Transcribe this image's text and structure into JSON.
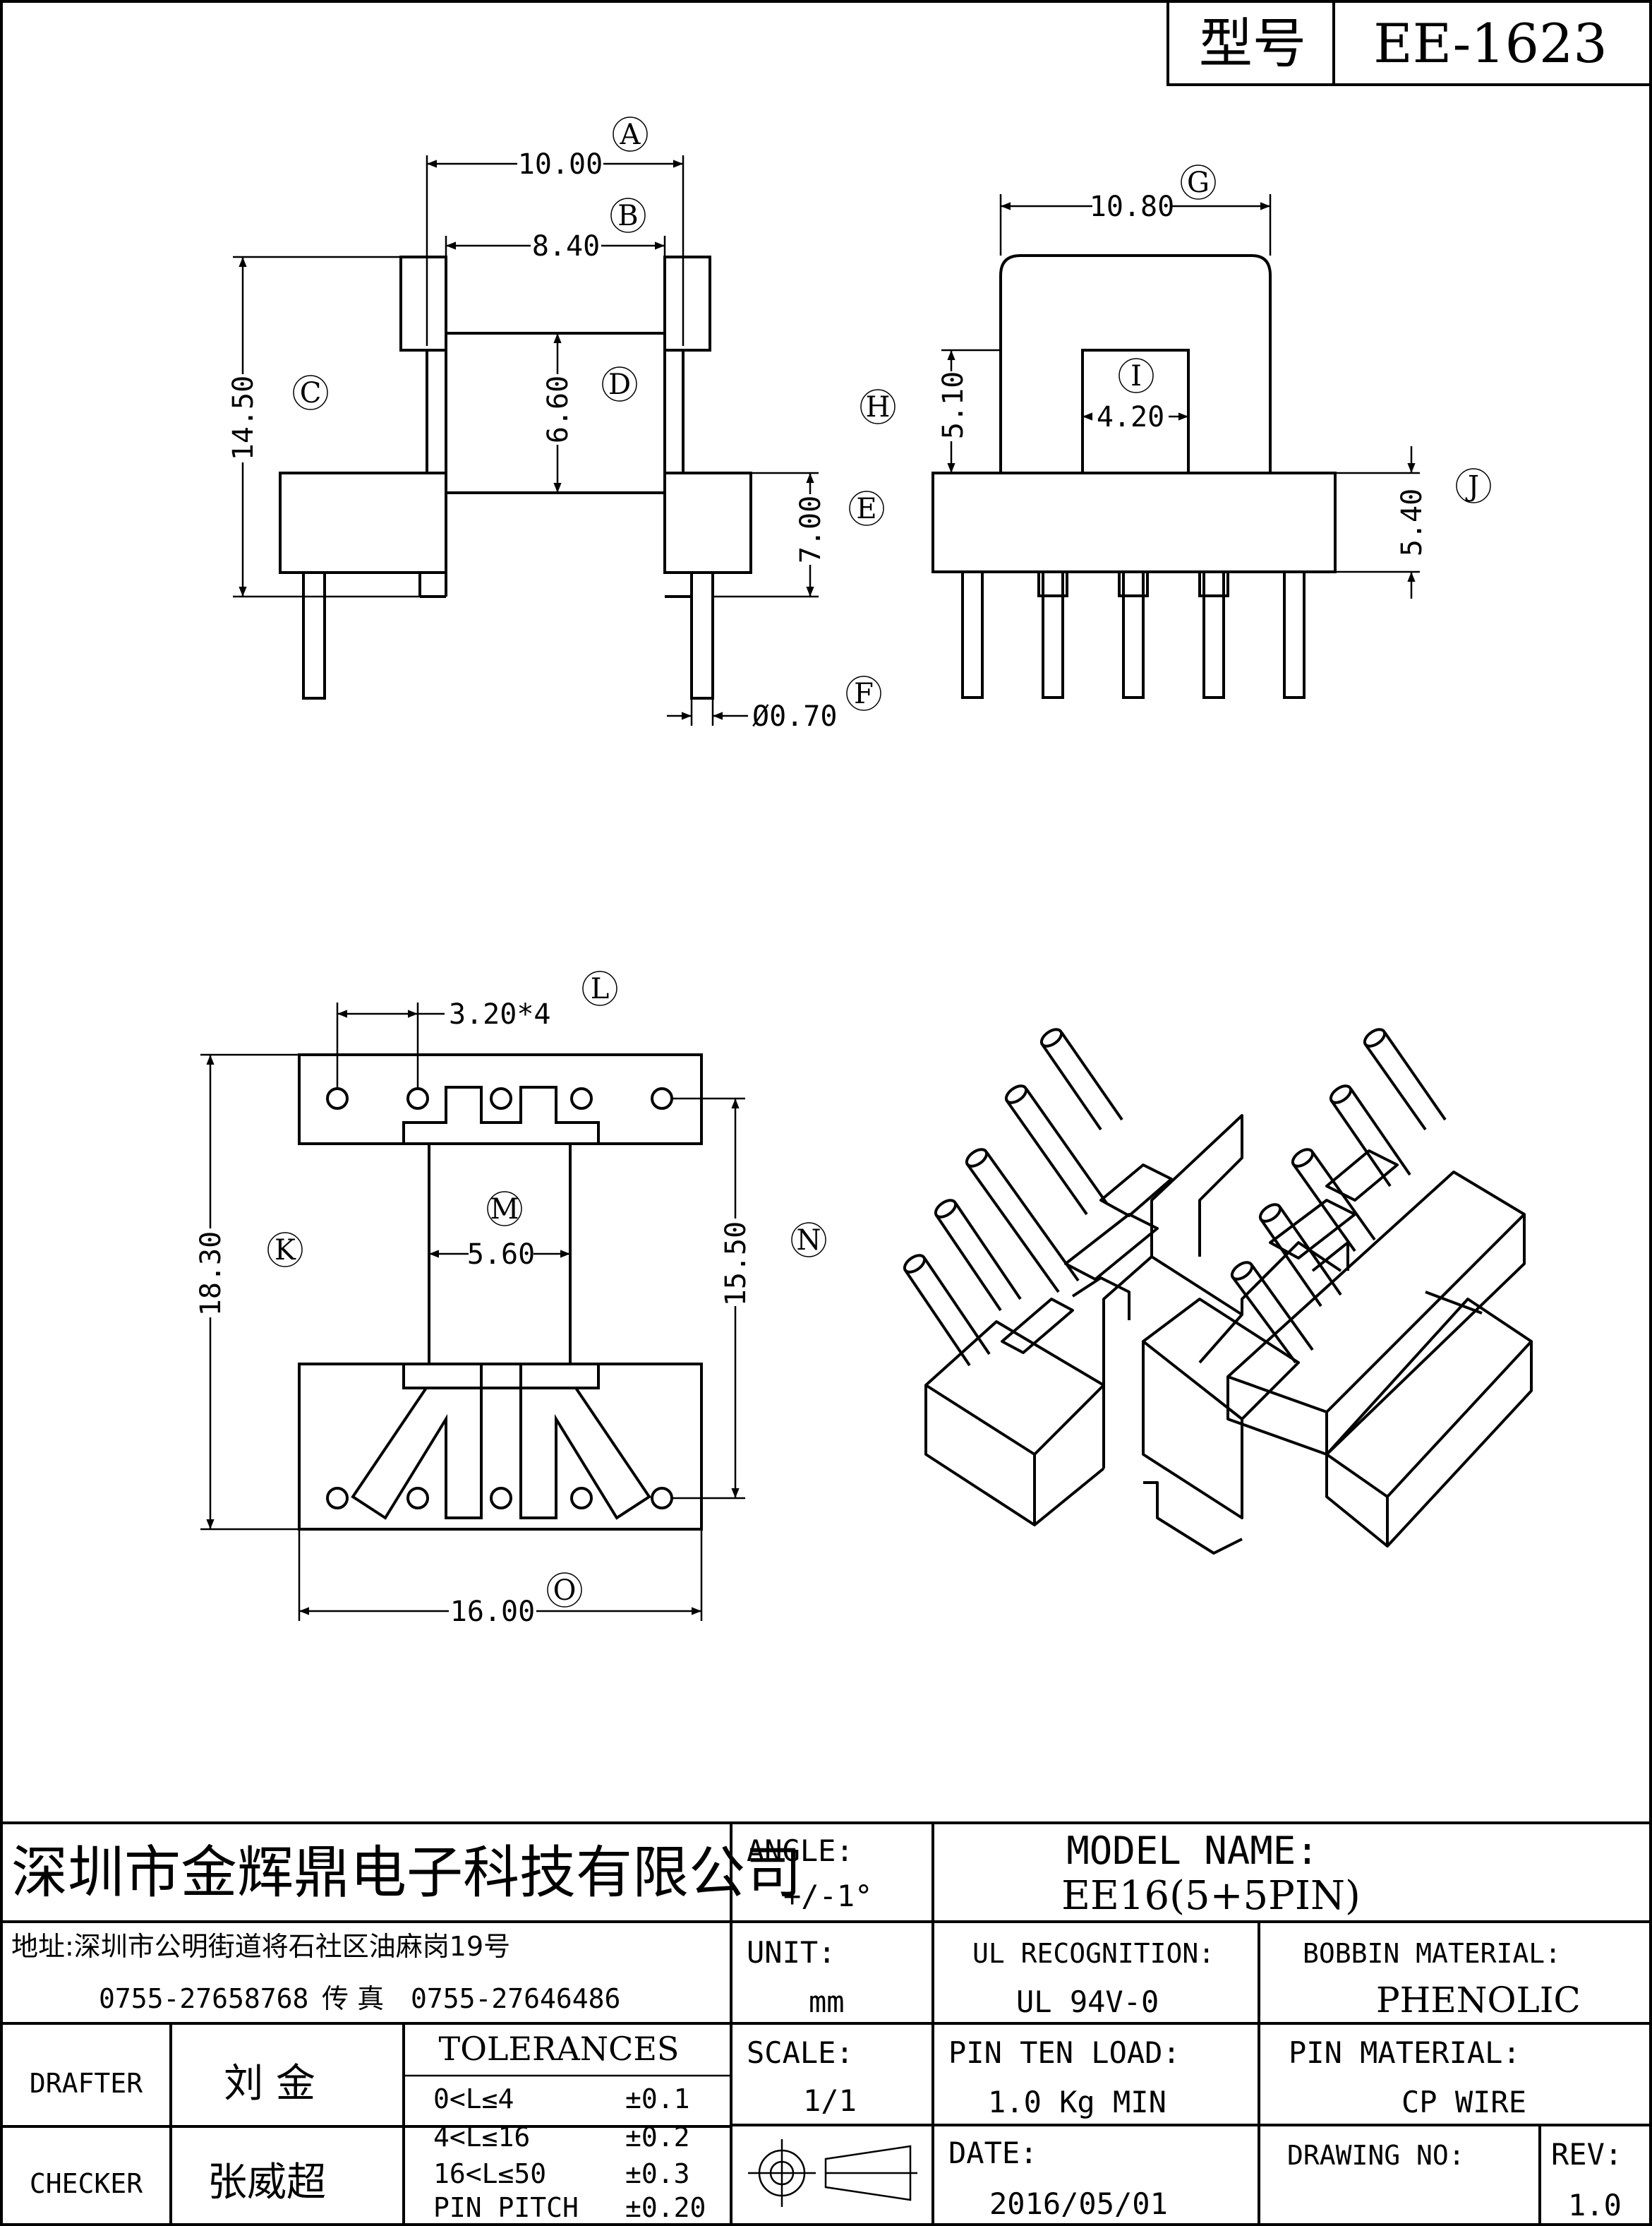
{
  "header": {
    "model_label": "型号",
    "model_value": "EE-1623"
  },
  "dimensions": {
    "A": "10.00",
    "B": "8.40",
    "C": "14.50",
    "D": "6.60",
    "E": "7.00",
    "F": "Ø0.70",
    "G": "10.80",
    "H": "5.10",
    "I": "4.20",
    "J": "5.40",
    "K": "18.30",
    "L": "3.20*4",
    "M": "5.60",
    "N": "15.50",
    "O": "16.00"
  },
  "callouts": [
    "A",
    "B",
    "C",
    "D",
    "E",
    "F",
    "G",
    "H",
    "I",
    "J",
    "K",
    "L",
    "M",
    "N",
    "O"
  ],
  "title_block": {
    "company": "深圳市金辉鼎电子科技有限公司",
    "address": "地址:深圳市公明街道将石社区油麻岗19号",
    "phone": "0755-27658768",
    "fax_label": "传 真",
    "fax": "0755-27646486",
    "angle_label": "ANGLE:",
    "angle_value": "+/-1°",
    "model_name_label": "MODEL NAME:",
    "model_name_value": "EE16(5+5PIN)",
    "unit_label": "UNIT:",
    "unit_value": "mm",
    "ul_label": "UL RECOGNITION:",
    "ul_value": "UL 94V-0",
    "bobbin_label": "BOBBIN MATERIAL:",
    "bobbin_value": "PHENOLIC",
    "drafter_label": "DRAFTER",
    "drafter_value": "刘  金",
    "checker_label": "CHECKER",
    "checker_value": "张威超",
    "tolerances_label": "TOLERANCES",
    "tolerances": [
      {
        "range": "0<L≤4",
        "value": "±0.1"
      },
      {
        "range": "4<L≤16",
        "value": "±0.2"
      },
      {
        "range": "16<L≤50",
        "value": "±0.3"
      },
      {
        "range": "PIN PITCH",
        "value": "±0.20"
      }
    ],
    "scale_label": "SCALE:",
    "scale_value": "1/1",
    "pin_load_label": "PIN TEN LOAD:",
    "pin_load_value": "1.0 Kg MIN",
    "pin_material_label": "PIN MATERIAL:",
    "pin_material_value": "CP WIRE",
    "date_label": "DATE:",
    "date_value": "2016/05/01",
    "drawing_no_label": "DRAWING NO:",
    "drawing_no_value": "",
    "rev_label": "REV:",
    "rev_value": "1.0"
  }
}
